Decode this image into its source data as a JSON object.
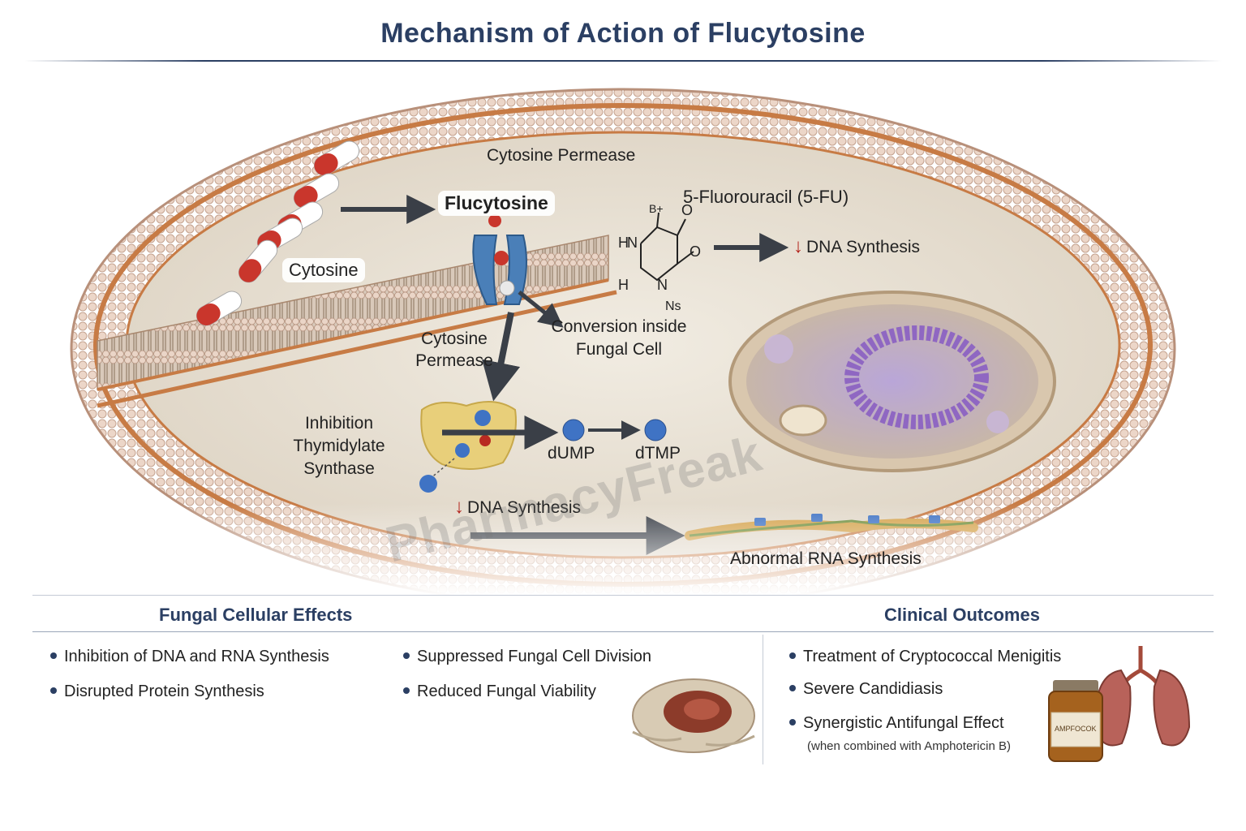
{
  "title": "Mechanism of Action of Flucytosine",
  "diagram": {
    "cytosine_permease_top": "Cytosine Permease",
    "flucytosine": "Flucytosine",
    "fluorouracil": "5-Fluorouracil (5-FU)",
    "cytosine": "Cytosine",
    "dna_synthesis_top": "DNA Synthesis",
    "cytosine_permease_mid": "Cytosine Permease",
    "conversion": "Conversion inside Fungal Cell",
    "inhibition": "Inhibition Thymidylate Synthase",
    "dump": "dUMP",
    "dtmp": "dTMP",
    "dna_synthesis_low": "DNA Synthesis",
    "abnormal_rna": "Abnormal RNA Synthesis",
    "down_arrow": "↓",
    "molecule_labels": {
      "h1": "H",
      "n1": "N",
      "h2": "H",
      "n2": "N",
      "o1": "O",
      "o2": "O",
      "ns": "Ns",
      "top": "B+"
    }
  },
  "watermark": "PharmacyFreak",
  "fungal_effects": {
    "heading": "Fungal Cellular Effects",
    "items": [
      "Inhibition of DNA and RNA Synthesis",
      "Disrupted Protein Synthesis",
      "Suppressed Fungal Cell Division",
      "Reduced Fungal Viability"
    ]
  },
  "clinical_outcomes": {
    "heading": "Clinical Outcomes",
    "items": [
      "Treatment of Cryptococcal Menigitis",
      "Severe Candidiasis",
      "Synergistic Antifungal Effect"
    ],
    "note": "(when combined with Amphotericin B)",
    "bottle_label": "AMPFOCOK"
  },
  "colors": {
    "title": "#2b3f63",
    "arrow_down": "#b3231b",
    "membrane": "#c77b45",
    "nucleus": "#9a78c6"
  }
}
